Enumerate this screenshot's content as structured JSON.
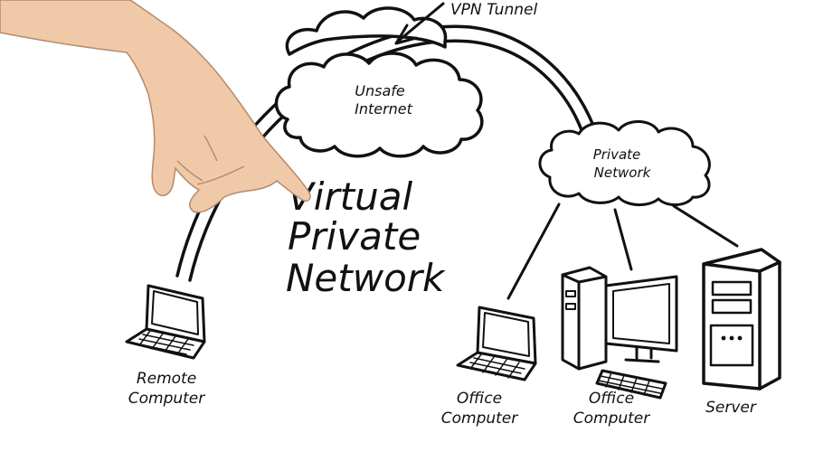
{
  "diagram": {
    "title_lines": [
      "Virtual",
      "Private",
      "Network"
    ],
    "vpn_tunnel_label": "VPN Tunnel",
    "internet_cloud": {
      "lines": [
        "Unsafe",
        "Internet"
      ]
    },
    "private_cloud": {
      "lines": [
        "Private",
        "Network"
      ]
    },
    "remote_computer": {
      "lines": [
        "Remote",
        "Computer"
      ]
    },
    "office_laptop": {
      "lines": [
        "Office",
        "Computer"
      ]
    },
    "office_desktop": {
      "lines": [
        "Office",
        "Computer"
      ]
    },
    "server": {
      "label": "Server"
    }
  },
  "colors": {
    "ink": "#111111",
    "background": "#ffffff",
    "skin": "#f0c9a8"
  }
}
